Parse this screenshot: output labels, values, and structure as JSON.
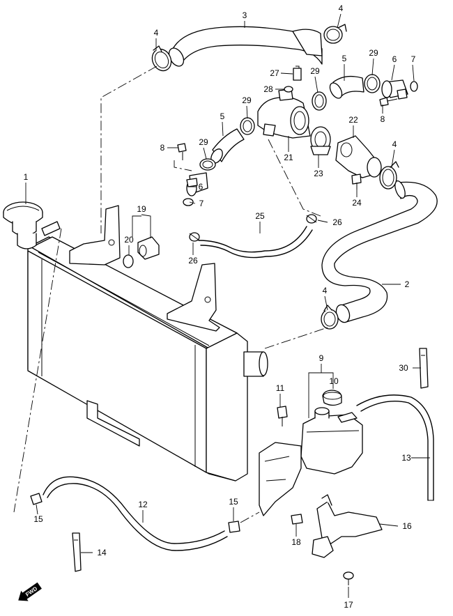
{
  "callouts": [
    {
      "id": "c1",
      "label": "1"
    },
    {
      "id": "c2",
      "label": "2"
    },
    {
      "id": "c3",
      "label": "3"
    },
    {
      "id": "c4a",
      "label": "4"
    },
    {
      "id": "c4b",
      "label": "4"
    },
    {
      "id": "c4c",
      "label": "4"
    },
    {
      "id": "c4d",
      "label": "4"
    },
    {
      "id": "c5a",
      "label": "5"
    },
    {
      "id": "c5b",
      "label": "5"
    },
    {
      "id": "c6a",
      "label": "6"
    },
    {
      "id": "c6b",
      "label": "6"
    },
    {
      "id": "c7a",
      "label": "7"
    },
    {
      "id": "c7b",
      "label": "7"
    },
    {
      "id": "c8a",
      "label": "8"
    },
    {
      "id": "c8b",
      "label": "8"
    },
    {
      "id": "c9",
      "label": "9"
    },
    {
      "id": "c10",
      "label": "10"
    },
    {
      "id": "c11",
      "label": "11"
    },
    {
      "id": "c12",
      "label": "12"
    },
    {
      "id": "c13",
      "label": "13"
    },
    {
      "id": "c14",
      "label": "14"
    },
    {
      "id": "c15a",
      "label": "15"
    },
    {
      "id": "c15b",
      "label": "15"
    },
    {
      "id": "c16",
      "label": "16"
    },
    {
      "id": "c17",
      "label": "17"
    },
    {
      "id": "c18",
      "label": "18"
    },
    {
      "id": "c19",
      "label": "19"
    },
    {
      "id": "c20",
      "label": "20"
    },
    {
      "id": "c21",
      "label": "21"
    },
    {
      "id": "c22",
      "label": "22"
    },
    {
      "id": "c23",
      "label": "23"
    },
    {
      "id": "c24",
      "label": "24"
    },
    {
      "id": "c25",
      "label": "25"
    },
    {
      "id": "c26a",
      "label": "26"
    },
    {
      "id": "c26b",
      "label": "26"
    },
    {
      "id": "c27",
      "label": "27"
    },
    {
      "id": "c28",
      "label": "28"
    },
    {
      "id": "c29a",
      "label": "29"
    },
    {
      "id": "c29b",
      "label": "29"
    },
    {
      "id": "c29c",
      "label": "29"
    },
    {
      "id": "c29d",
      "label": "29"
    },
    {
      "id": "c30",
      "label": "30"
    }
  ],
  "fwd_label": "FWD"
}
